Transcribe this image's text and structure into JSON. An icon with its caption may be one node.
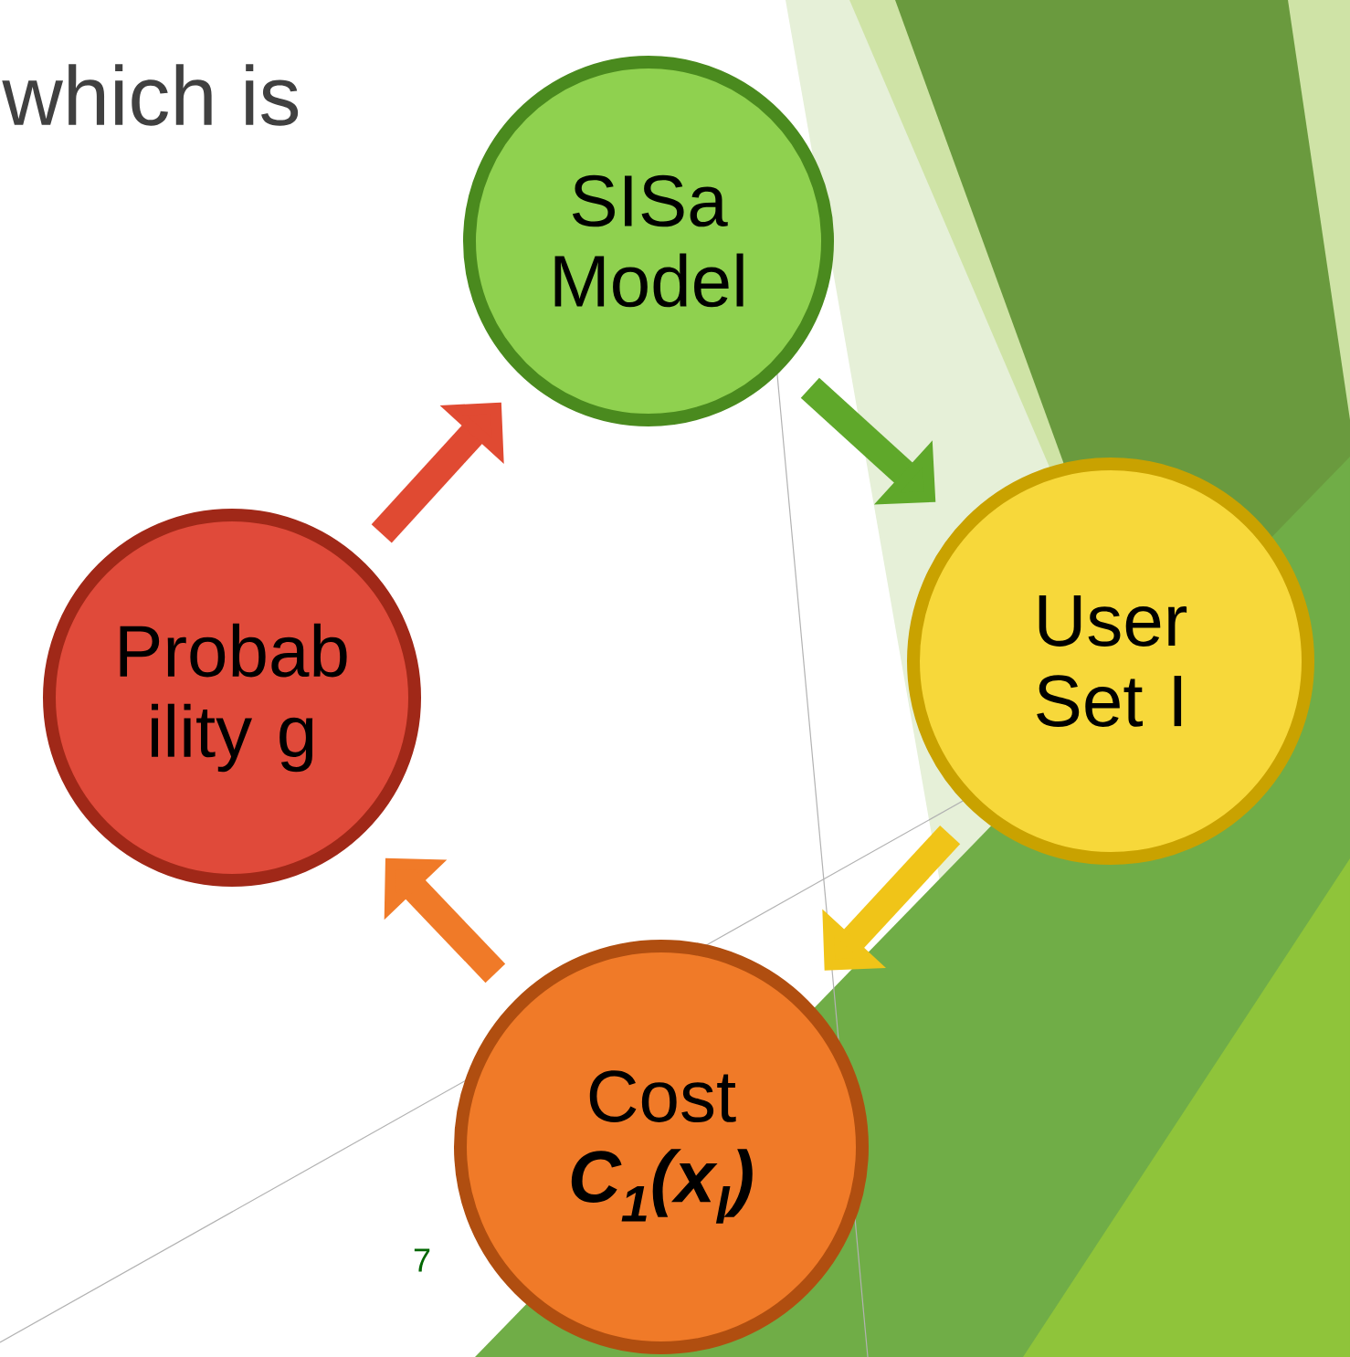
{
  "diagram": {
    "nodes": [
      {
        "text": [
          "SISa Model"
        ]
      },
      {
        "text": [
          "User Set I"
        ]
      },
      {
        "text": [
          "Cost",
          "*C*$_{1}$(*x*$_{l}$)"
        ]
      },
      {
        "text": [
          "Probab ility g"
        ]
      }
    ],
    "edges": [
      {
        "from": 0,
        "to": 1,
        "arrow": "to",
        "color": "#5fa82a"
      },
      {
        "from": 1,
        "to": 2,
        "arrow": "to",
        "color": "#f0c418"
      },
      {
        "from": 2,
        "to": 3,
        "arrow": "to",
        "color": "#f07a28"
      },
      {
        "from": 3,
        "to": 0,
        "arrow": "to",
        "color": "#e04a32"
      }
    ],
    "labels": [
      "which is",
      "7"
    ]
  }
}
